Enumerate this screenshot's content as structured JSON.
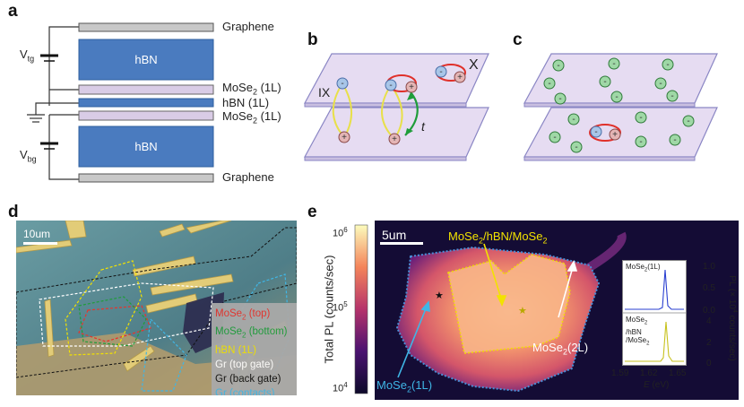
{
  "panel_a": {
    "letter": "a",
    "vtg": "V",
    "vtg_sub": "tg",
    "vbg": "V",
    "vbg_sub": "bg",
    "layers": {
      "graphene_top": "Graphene",
      "hbn_top": "hBN",
      "mose2_top": "MoSe",
      "mose2_top_sub": "2",
      "mose2_top_suffix": " (1L)",
      "hbn_mid": "hBN (1L)",
      "mose2_bottom": "MoSe",
      "mose2_bottom_sub": "2",
      "mose2_bottom_suffix": " (1L)",
      "hbn_bottom": "hBN",
      "graphene_bottom": "Graphene"
    }
  },
  "panel_b": {
    "letter": "b",
    "label_x": "X",
    "label_ix": "IX",
    "label_t": "t"
  },
  "panel_c": {
    "letter": "c"
  },
  "panel_d": {
    "letter": "d",
    "scalebar": "10um",
    "legend": [
      {
        "prefix": "MoSe",
        "sub": "2",
        "suffix": " (top)",
        "color": "#e8332c"
      },
      {
        "prefix": "MoSe",
        "sub": "2",
        "suffix": " (bottom)",
        "color": "#1f9d3a"
      },
      {
        "prefix": "hBN (1L)",
        "sub": "",
        "suffix": "",
        "color": "#f2e200"
      },
      {
        "prefix": "Gr (top gate)",
        "sub": "",
        "suffix": "",
        "color": "#ffffff"
      },
      {
        "prefix": "Gr (back gate)",
        "sub": "",
        "suffix": "",
        "color": "#111111"
      },
      {
        "prefix": "Gr (contacts)",
        "sub": "",
        "suffix": "",
        "color": "#3fb6e6"
      }
    ]
  },
  "panel_e": {
    "letter": "e",
    "scalebar": "5um",
    "colorbar_label": "Total PL (counts/sec)",
    "colorbar_ticks": [
      {
        "base": "10",
        "exp": "6"
      },
      {
        "base": "10",
        "exp": "5"
      },
      {
        "base": "10",
        "exp": "4"
      }
    ],
    "label_hetero": "MoSe",
    "label_hetero_sub1": "2",
    "label_hetero_mid": "/hBN/MoSe",
    "label_hetero_sub2": "2",
    "label_1l": "MoSe",
    "label_1l_sub": "2",
    "label_1l_suffix": "(1L)",
    "label_2l": "MoSe",
    "label_2l_sub": "2",
    "label_2l_suffix": "(2L)",
    "inset": {
      "top_label": "MoSe",
      "top_label_sub": "2",
      "top_label_suffix": "(1L)",
      "bottom_label_l1": "MoSe",
      "bottom_label_l1_sub": "2",
      "bottom_label_l2": "/hBN",
      "bottom_label_l3": "/MoSe",
      "bottom_label_l3_sub": "2",
      "y_ticks_top": [
        "1.0",
        "0.5",
        "0.0"
      ],
      "y_ticks_bottom": [
        "4",
        "2",
        "0"
      ],
      "x_ticks": [
        "1.59",
        "1.62",
        "1.65"
      ],
      "xlabel": "E",
      "xlabel_unit": " (eV)",
      "ylabel": "PL (× 10",
      "ylabel_exp": "4",
      "ylabel_suffix": " counts/sec)"
    }
  }
}
